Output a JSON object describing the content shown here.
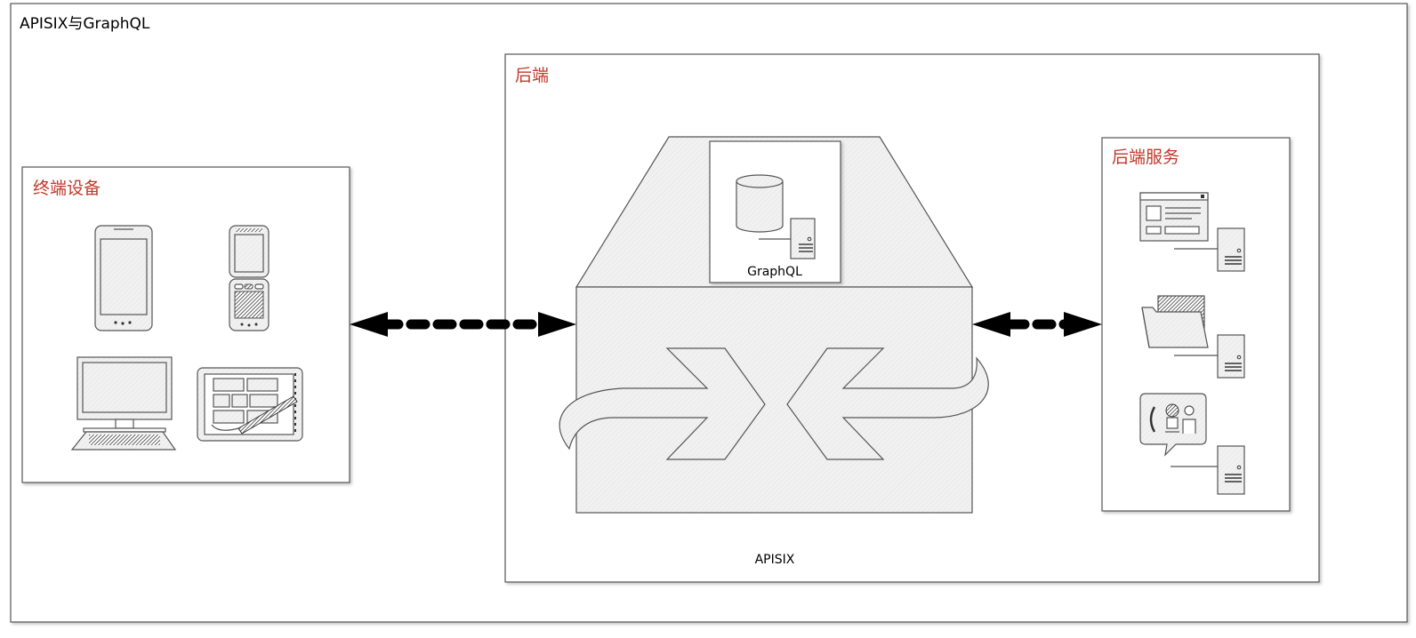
{
  "diagram": {
    "title": "APISIX与GraphQL",
    "terminal_devices_label": "终端设备",
    "backend_label": "后端",
    "backend_services_label": "后端服务",
    "graphql_label": "GraphQL",
    "apisix_label": "APISIX"
  },
  "colors": {
    "accent_text": "#c0392b",
    "border": "#555555",
    "shape_fill": "#f0f0f0"
  },
  "icons": {
    "devices": [
      "smartphone-icon",
      "flip-phone-icon",
      "desktop-computer-icon",
      "tablet-stylus-icon"
    ],
    "services": [
      "web-form-server-icon",
      "folder-server-icon",
      "contact-support-server-icon"
    ],
    "gateway": [
      "database-icon",
      "server-icon",
      "converging-arrows-icon"
    ]
  }
}
